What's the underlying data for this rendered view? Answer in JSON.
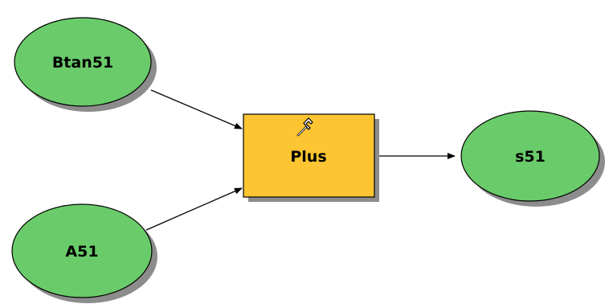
{
  "diagram": {
    "inputs": [
      {
        "id": "btan51",
        "label": "Btan51"
      },
      {
        "id": "a51",
        "label": "A51"
      }
    ],
    "tool": {
      "id": "plus",
      "label": "Plus",
      "icon": "hammer-icon"
    },
    "output": {
      "id": "s51",
      "label": "s51"
    }
  },
  "colors": {
    "data_fill": "#6acb6a",
    "tool_fill": "#fdc531",
    "stroke": "#000000",
    "shadow": "#8c8c8c",
    "background": "#ffffff"
  }
}
